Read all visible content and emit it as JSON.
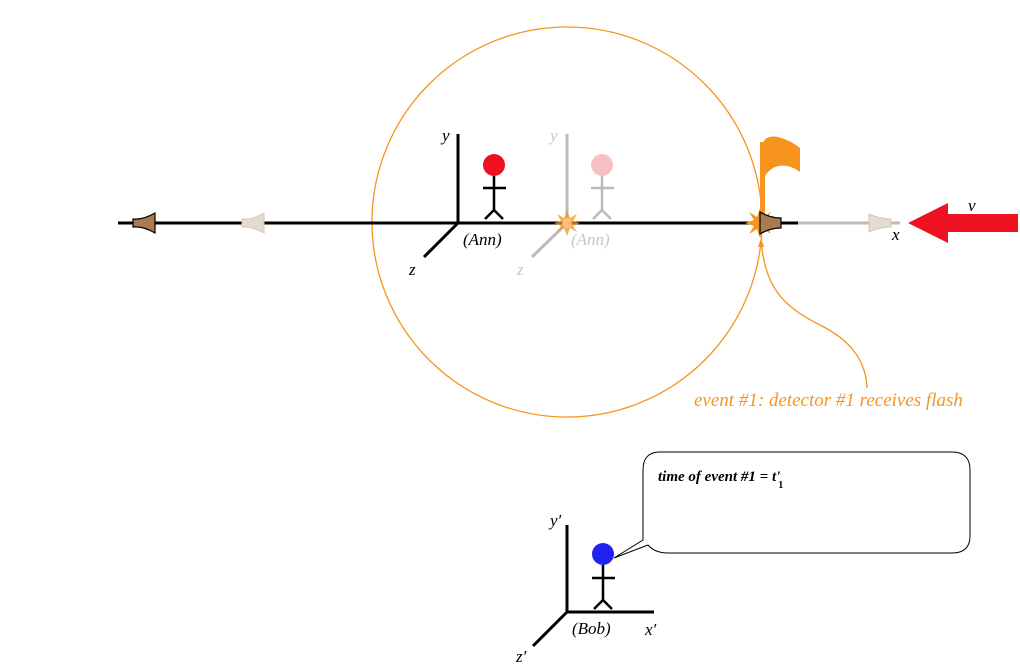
{
  "colors": {
    "ink": "#000000",
    "ghost": "#bbbbbb",
    "ghost_text": "#c8c8c8",
    "flash": "#f7941d",
    "ann_head": "#ee1122",
    "ann_ghost_head": "#f8c0c4",
    "bob_head": "#2222ee",
    "velocity_arrow": "#ee1122",
    "detector": "#a97c50",
    "detector_ghost": "#e4dcd2"
  },
  "ann_frame": {
    "axis_y": "y",
    "axis_z": "z",
    "axis_x": "x",
    "observer": "(Ann)"
  },
  "ann_frame_ghost": {
    "axis_y": "y",
    "axis_z": "z",
    "observer": "(Ann)"
  },
  "velocity": {
    "label": "v",
    "icon": "left-arrow-icon"
  },
  "event": {
    "caption": "event #1: detector #1 receives flash",
    "icon": "flag-icon"
  },
  "bob_frame": {
    "axis_y": "y′",
    "axis_z": "z′",
    "axis_x": "x′",
    "observer": "(Bob)"
  },
  "speech_bubble": {
    "prefix": "time of  event #1 = ",
    "symbol": "t",
    "prime": "'",
    "subscript": "1"
  }
}
